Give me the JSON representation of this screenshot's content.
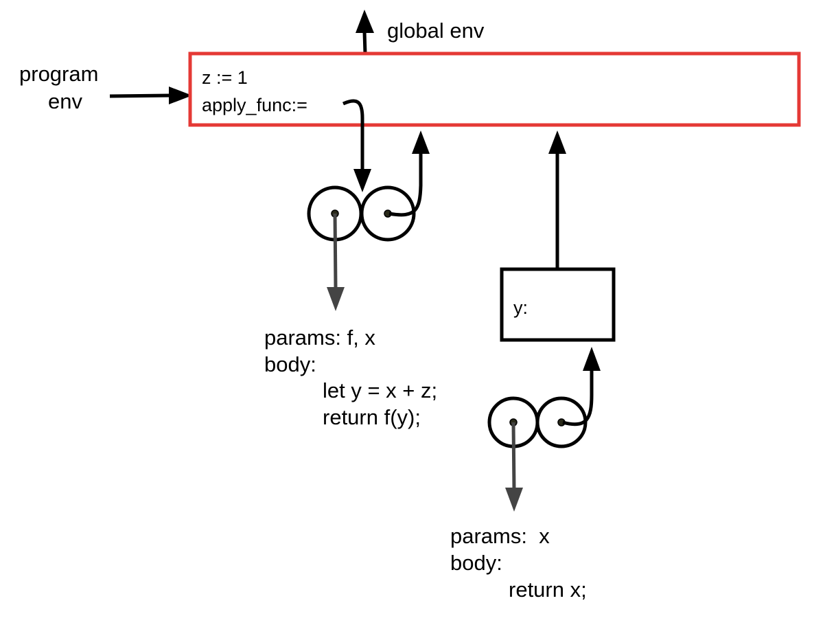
{
  "labels": {
    "global_env": "global env",
    "program_env_line1": "program",
    "program_env_line2": "env"
  },
  "program_frame": {
    "binding_1": "z := 1",
    "binding_2": "apply_func:="
  },
  "call_frame": {
    "binding": "y:"
  },
  "closure_apply_func": {
    "params": "params: f, x",
    "body_label": "body:",
    "body_line_1": "let y = x + z;",
    "body_line_2": "return f(y);"
  },
  "closure_identity": {
    "params": "params:  x",
    "body_label": "body:",
    "body_line_1": "return x;"
  },
  "colors": {
    "program_frame_border": "#e53935",
    "black_arrow": "#000000",
    "gray_arrow": "#444444",
    "dot_fill": "#2a2a1a"
  }
}
